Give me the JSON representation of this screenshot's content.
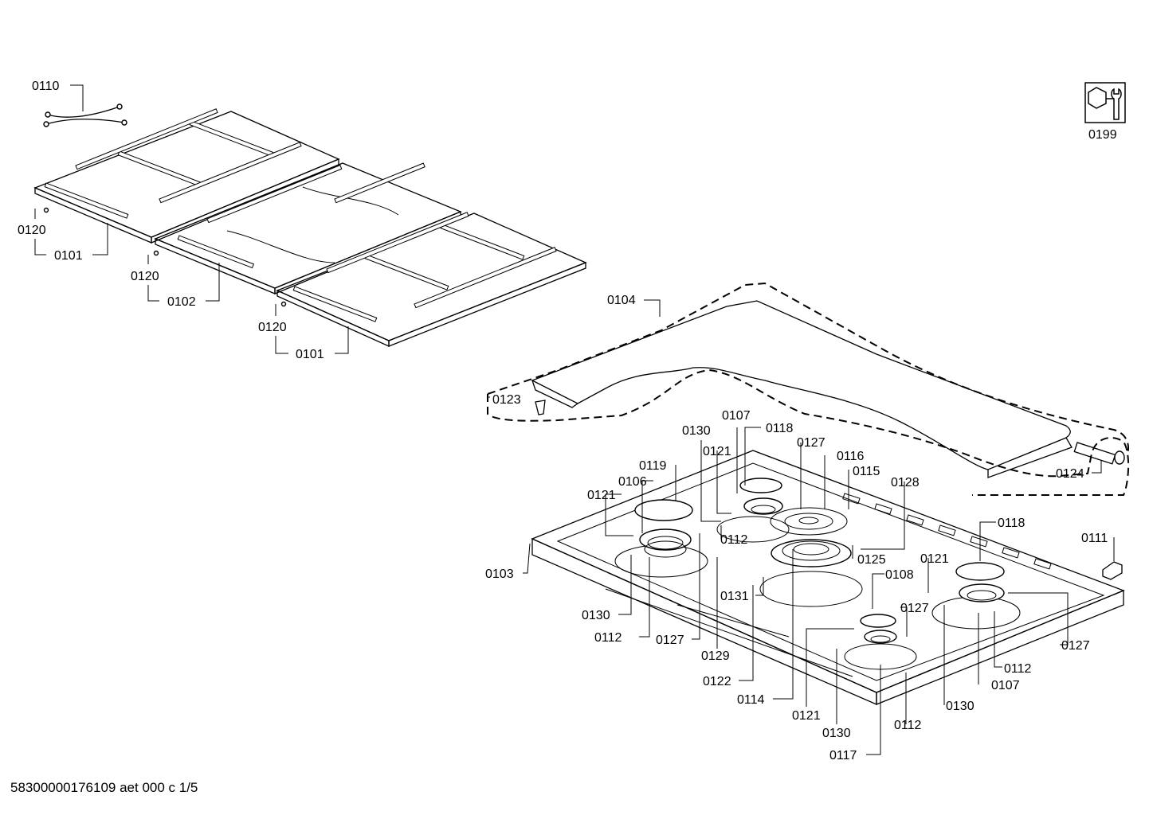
{
  "labels": {
    "l0110": "0110",
    "l0120a": "0120",
    "l0101a": "0101",
    "l0120b": "0120",
    "l0102": "0102",
    "l0120c": "0120",
    "l0101b": "0101",
    "l0199": "0199",
    "l0104": "0104",
    "l0123": "0123",
    "l0124": "0124",
    "l0107a": "0107",
    "l0118a": "0118",
    "l0130a": "0130",
    "l0127a": "0127",
    "l0116": "0116",
    "l0121a": "0121",
    "l0115": "0115",
    "l0128": "0128",
    "l0119": "0119",
    "l0106": "0106",
    "l0121b": "0121",
    "l0112a": "0112",
    "l0118b": "0118",
    "l0111": "0111",
    "l0103": "0103",
    "l0125": "0125",
    "l0121c": "0121",
    "l0108": "0108",
    "l0131": "0131",
    "l0130b": "0130",
    "l0127b": "0127",
    "l0112b": "0112",
    "l0127c": "0127",
    "l0127d": "0127",
    "l0129": "0129",
    "l0112c": "0112",
    "l0122": "0122",
    "l0107b": "0107",
    "l0114": "0114",
    "l0130c": "0130",
    "l0121d": "0121",
    "l0130d": "0130",
    "l0112d": "0112",
    "l0117": "0117"
  },
  "footer": "58300000176109 aet 000 c 1/5"
}
